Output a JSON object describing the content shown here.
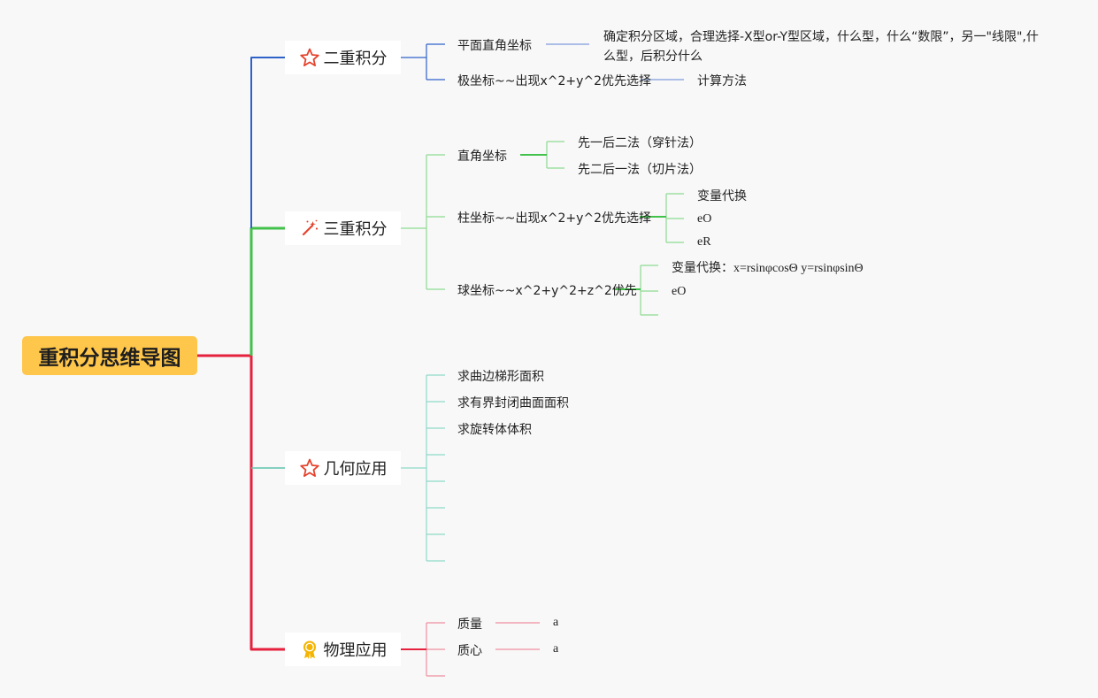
{
  "root": {
    "title": "重积分思维导图"
  },
  "colors": {
    "blue": "#2f61c9",
    "green": "#42c14b",
    "teal": "#5ec4ad",
    "red": "#e5213d",
    "root_fill": "#fec64b"
  },
  "double_integral": {
    "title": "二重积分",
    "icon": "star-icon",
    "children": [
      {
        "label": "平面直角坐标",
        "note": "确定积分区域，合理选择-X型or-Y型区域，什么型，什么“数限”，另一\"线限\",什么型，后积分什么"
      },
      {
        "label": "极坐标~~出现x^2+y^2优先选择",
        "note": "计算方法"
      }
    ]
  },
  "triple_integral": {
    "title": "三重积分",
    "icon": "magic-wand-icon",
    "children": [
      {
        "label": "直角坐标",
        "subs": [
          "先一后二法（穿针法）",
          "先二后一法（切片法）"
        ]
      },
      {
        "label": "柱坐标~~出现x^2+y^2优先选择",
        "subs": [
          "变量代换",
          "eO",
          "eR"
        ]
      },
      {
        "label": "球坐标~~x^2+y^2+z^2优先",
        "subs": [
          "变量代换：x=rsinφcosΘ y=rsinφsinΘ",
          "eO",
          ""
        ]
      }
    ]
  },
  "geometry": {
    "title": "几何应用",
    "icon": "star-icon",
    "children": [
      "求曲边梯形面积",
      "求有界封闭曲面面积",
      "求旋转体体积",
      "",
      "",
      "",
      "",
      ""
    ]
  },
  "physics": {
    "title": "物理应用",
    "icon": "medal-icon",
    "children": [
      {
        "label": "质量",
        "note": "a"
      },
      {
        "label": "质心",
        "note": "a"
      },
      {
        "label": "",
        "note": ""
      }
    ]
  }
}
